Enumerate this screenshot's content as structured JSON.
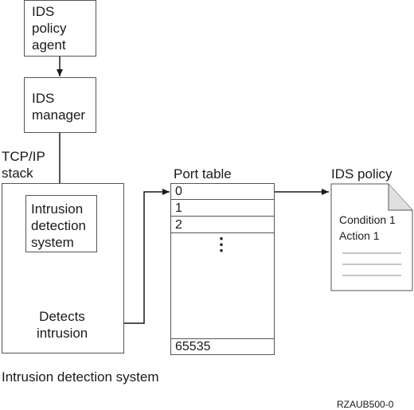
{
  "nodes": {
    "policy_agent": "IDS\npolicy\nagent",
    "manager": "IDS\nmanager",
    "stack_label": "TCP/IP\nstack",
    "ids_box": "Intrusion\ndetection\nsystem",
    "detects": "Detects\nintrusion",
    "port_table_label": "Port table",
    "ids_policy_label": "IDS policy",
    "condition": "Condition 1",
    "action": "Action 1"
  },
  "port_table": {
    "rows": [
      "0",
      "1",
      "2"
    ],
    "ellipsis": "⋮",
    "last": "65535"
  },
  "caption": "Intrusion detection system",
  "figure_id": "RZAUB500-0"
}
